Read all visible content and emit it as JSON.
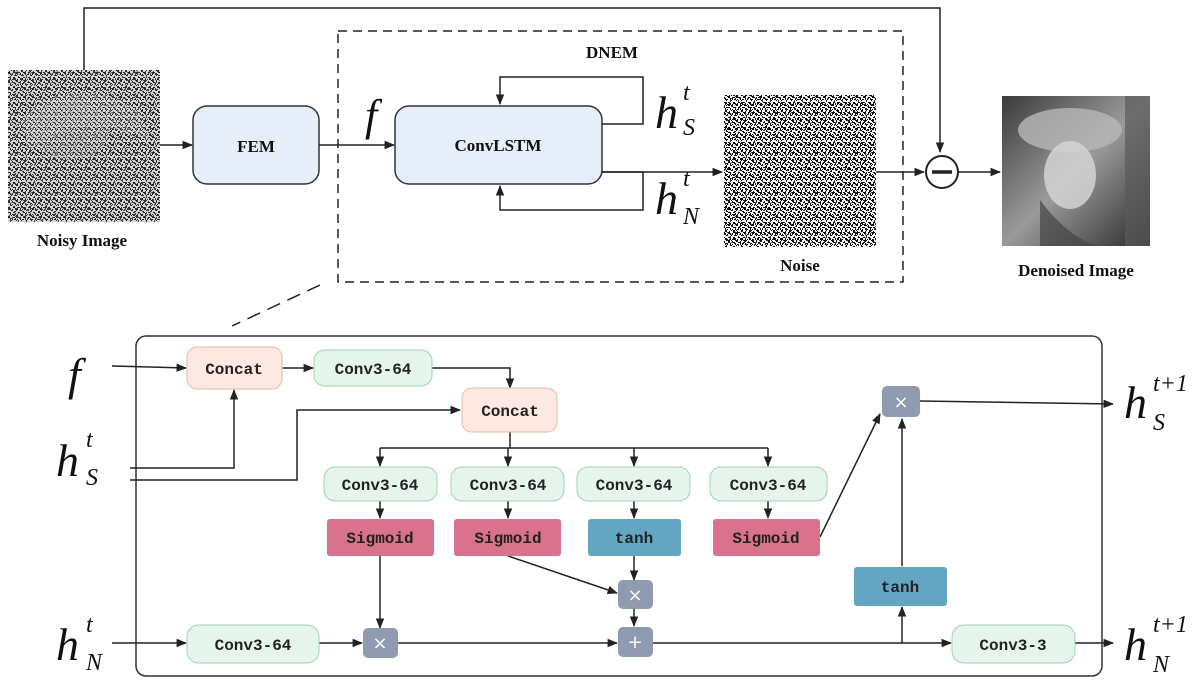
{
  "top": {
    "input_caption": "Noisy Image",
    "fem_label": "FEM",
    "dnem_title": "DNEM",
    "convlstm_label": "ConvLSTM",
    "noise_caption": "Noise",
    "output_caption": "Denoised Image",
    "f": "f",
    "h_s_base": "h",
    "h_s_sup": "t",
    "h_s_sub": "S",
    "h_n_base": "h",
    "h_n_sup": "t",
    "h_n_sub": "N"
  },
  "bottom": {
    "in_f": "f",
    "in_hs_base": "h",
    "in_hs_sup": "t",
    "in_hs_sub": "S",
    "in_hn_base": "h",
    "in_hn_sup": "t",
    "in_hn_sub": "N",
    "concat1": "Concat",
    "conv_a": "Conv3-64",
    "concat2": "Concat",
    "conv_1": "Conv3-64",
    "conv_2": "Conv3-64",
    "conv_3": "Conv3-64",
    "conv_4": "Conv3-64",
    "sig_1": "Sigmoid",
    "sig_2": "Sigmoid",
    "tanh_1": "tanh",
    "sig_3": "Sigmoid",
    "tanh_2": "tanh",
    "conv_n": "Conv3-64",
    "conv_out": "Conv3-3",
    "mul_1": "×",
    "mul_2": "×",
    "add": "+",
    "mul_3": "×",
    "out_hs_base": "h",
    "out_hs_sup": "t+1",
    "out_hs_sub": "S",
    "out_hn_base": "h",
    "out_hn_sup": "t+1",
    "out_hn_sub": "N"
  },
  "colors": {
    "module_fill": "#e6eef9",
    "concat_fill": "#fde9e2",
    "conv_fill": "#e6f5ec",
    "sigmoid_fill": "#d9728c",
    "tanh_fill": "#64a6c2",
    "op_fill": "#8e9bb1"
  }
}
